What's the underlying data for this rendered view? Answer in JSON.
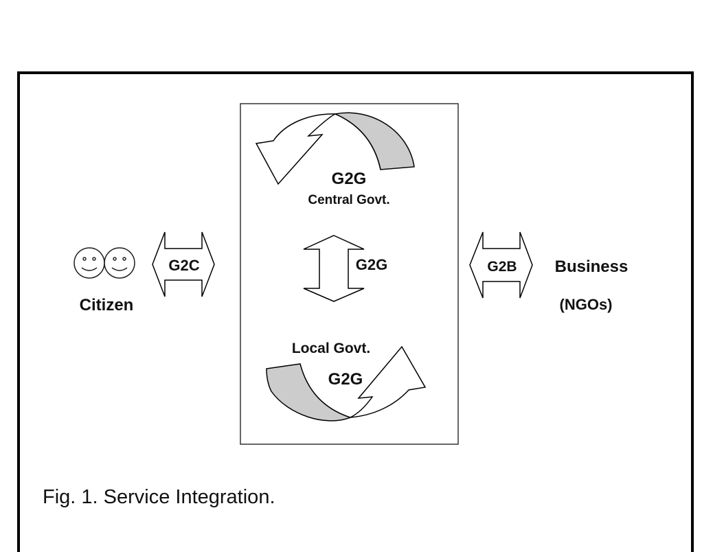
{
  "figure": {
    "caption": "Fig. 1. Service Integration.",
    "colors": {
      "stroke": "#000000",
      "shade": "#cccccc",
      "background": "#ffffff"
    }
  },
  "center_box": {
    "top_label": "G2G",
    "top_sublabel": "Central Govt.",
    "middle_label": "G2G",
    "bottom_sublabel": "Local Govt.",
    "bottom_label": "G2G"
  },
  "left": {
    "actor_icon": "smiley-faces-icon",
    "actor_label": "Citizen",
    "arrow_label": "G2C"
  },
  "right": {
    "arrow_label": "G2B",
    "actor_label": "Business",
    "actor_sublabel": "(NGOs)"
  }
}
